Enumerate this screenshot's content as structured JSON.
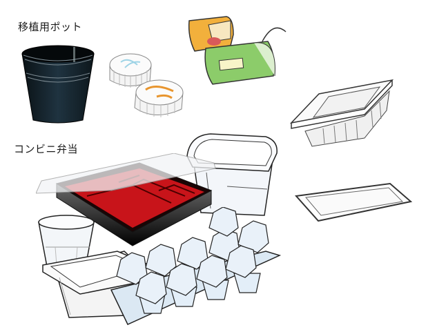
{
  "labels": {
    "pot": "移植用ポット",
    "bento": "コンビニ弁当"
  },
  "items": [
    {
      "name": "plant-pot",
      "desc": "black plastic seedling pot"
    },
    {
      "name": "bottle-caps",
      "desc": "two white bottle caps, one with orange print"
    },
    {
      "name": "snack-wrappers",
      "desc": "orange and green candy/snack wrappers"
    },
    {
      "name": "clear-food-pack",
      "desc": "clear lidded food container"
    },
    {
      "name": "flat-tray",
      "desc": "flat plastic tray"
    },
    {
      "name": "bento-box",
      "desc": "red compartment convenience-store bento with clear lid"
    },
    {
      "name": "deli-cup",
      "desc": "clear square deli cup"
    },
    {
      "name": "plastic-cup",
      "desc": "clear plastic drinking cup"
    },
    {
      "name": "tofu-tray",
      "desc": "white rectangular tray container"
    },
    {
      "name": "egg-carton",
      "desc": "clear plastic 10-egg carton"
    }
  ],
  "colors": {
    "pot": "#16232b",
    "bento_red": "#c8141a",
    "bento_dark": "#2a0a0a",
    "cap_print": "#e8952e",
    "cap_blue": "#9fd4e6",
    "wrapper_orange": "#f2b03c",
    "wrapper_green": "#8ccc6a",
    "clear_plastic": "#e6f0f8",
    "outline": "#1a1a1a"
  }
}
